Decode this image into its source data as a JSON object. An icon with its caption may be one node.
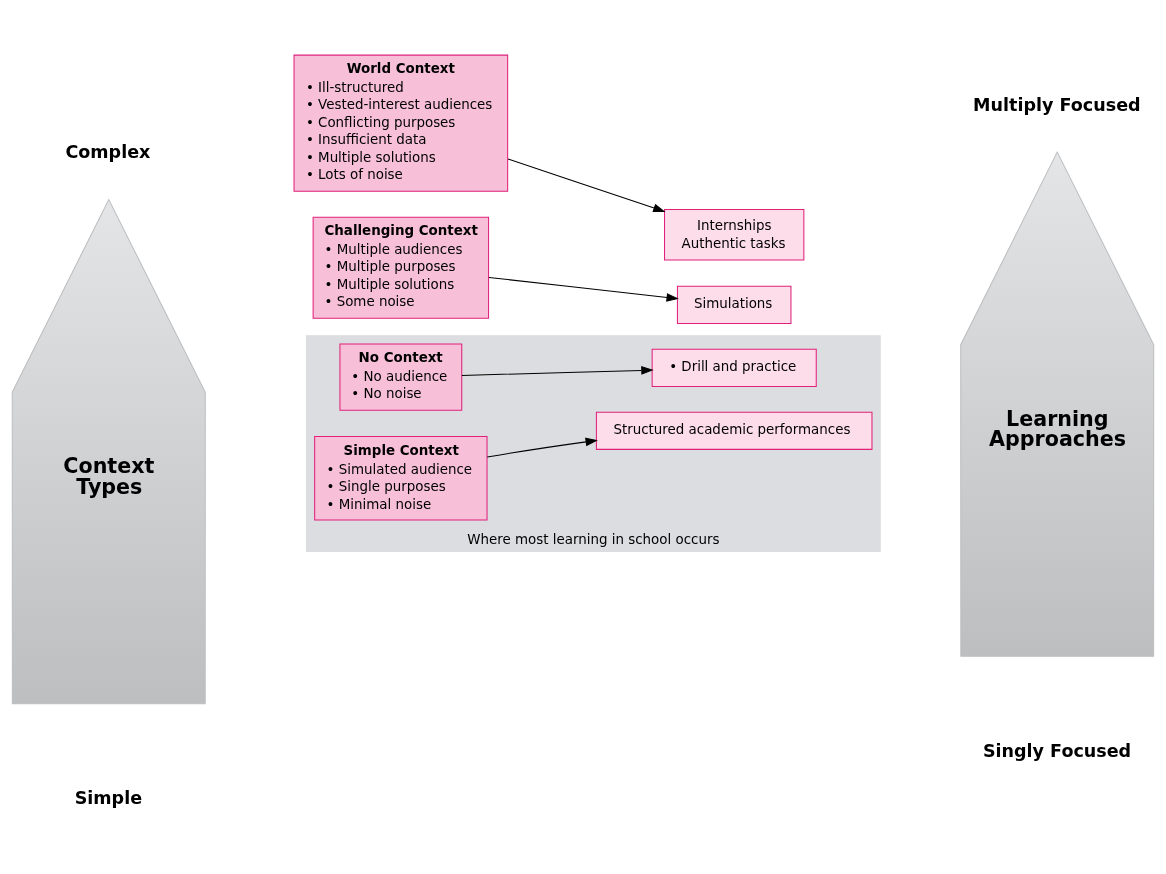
{
  "diagram": {
    "nodes": [
      {
        "text": [
          "Context Types"
        ]
      },
      {
        "text": [
          "World Context",
          "• Ill-structured",
          "• Vested-interest audiences",
          "• Conflicting purposes",
          "• Insufficient data",
          "• Multiple solutions",
          "• Lots of noise"
        ]
      },
      {
        "text": [
          "Internships",
          "Authentic tasks"
        ]
      },
      {
        "text": [
          "Challenging Context",
          "• Multiple audiences",
          "• Multiple purposes",
          "• Multiple solutions",
          "• Some noise"
        ]
      },
      {
        "text": [
          "Simulations"
        ]
      },
      {
        "text": [
          "Where most learning in school occurs"
        ]
      },
      {
        "text": [
          "Simple Context",
          "• Simulated audience",
          "• Single purposes",
          "• Minimal noise"
        ],
        "in": 5
      },
      {
        "text": [
          "Structured academic performances"
        ],
        "in": 5
      },
      {
        "text": [
          "No Context",
          "• No audience",
          "• No noise"
        ],
        "in": 5
      },
      {
        "text": [
          "• Drill and practice"
        ],
        "in": 5
      },
      {
        "text": [
          "Learning Approaches"
        ]
      }
    ],
    "edges": [
      {
        "from": 1,
        "to": 2,
        "arrow": "to"
      },
      {
        "from": 3,
        "to": 4,
        "arrow": "to"
      },
      {
        "from": 6,
        "to": 7,
        "arrow": "to"
      },
      {
        "from": 8,
        "to": 9,
        "arrow": "to"
      }
    ],
    "labels": [
      "Complex",
      "Multiply Focused",
      "Simple",
      "Singly Focused"
    ]
  }
}
